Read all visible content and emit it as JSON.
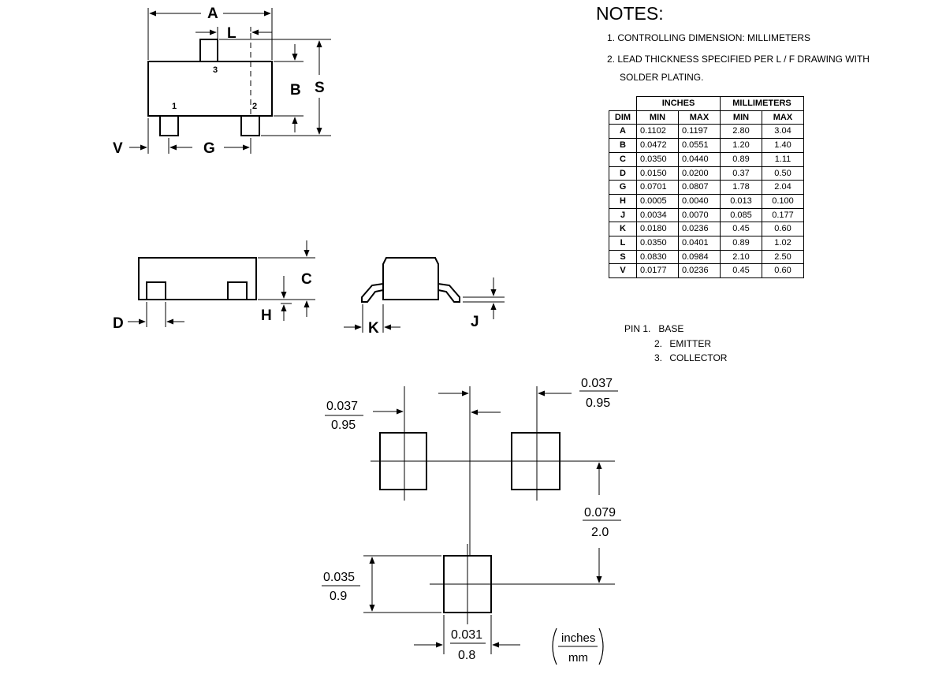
{
  "notes": {
    "title": "NOTES:",
    "items": [
      "1. CONTROLLING DIMENSION: MILLIMETERS",
      "2. LEAD THICKNESS SPECIFIED PER  L / F DRAWING WITH",
      "SOLDER PLATING."
    ]
  },
  "table": {
    "group_headers": [
      "INCHES",
      "MILLIMETERS"
    ],
    "col_headers": [
      "DIM",
      "MIN",
      "MAX",
      "MIN",
      "MAX"
    ],
    "rows": [
      [
        "A",
        "0.1102",
        "0.1197",
        "2.80",
        "3.04"
      ],
      [
        "B",
        "0.0472",
        "0.0551",
        "1.20",
        "1.40"
      ],
      [
        "C",
        "0.0350",
        "0.0440",
        "0.89",
        "1.11"
      ],
      [
        "D",
        "0.0150",
        "0.0200",
        "0.37",
        "0.50"
      ],
      [
        "G",
        "0.0701",
        "0.0807",
        "1.78",
        "2.04"
      ],
      [
        "H",
        "0.0005",
        "0.0040",
        "0.013",
        "0.100"
      ],
      [
        "J",
        "0.0034",
        "0.0070",
        "0.085",
        "0.177"
      ],
      [
        "K",
        "0.0180",
        "0.0236",
        "0.45",
        "0.60"
      ],
      [
        "L",
        "0.0350",
        "0.0401",
        "0.89",
        "1.02"
      ],
      [
        "S",
        "0.0830",
        "0.0984",
        "2.10",
        "2.50"
      ],
      [
        "V",
        "0.0177",
        "0.0236",
        "0.45",
        "0.60"
      ]
    ]
  },
  "pins": {
    "prefix": "PIN",
    "items": [
      {
        "num": "1.",
        "name": "BASE"
      },
      {
        "num": "2.",
        "name": "EMITTER"
      },
      {
        "num": "3.",
        "name": "COLLECTOR"
      }
    ]
  },
  "drawing_labels": {
    "A": "A",
    "L": "L",
    "B": "B",
    "S": "S",
    "V": "V",
    "G": "G",
    "C": "C",
    "D": "D",
    "H": "H",
    "K": "K",
    "J": "J",
    "pin1": "1",
    "pin2": "2",
    "pin3": "3"
  },
  "footprint": {
    "pad_width": {
      "inches": "0.037",
      "mm": "0.95"
    },
    "pad_pitch": {
      "inches": "0.037",
      "mm": "0.95"
    },
    "row_spacing": {
      "inches": "0.079",
      "mm": "2.0"
    },
    "pad_height": {
      "inches": "0.035",
      "mm": "0.9"
    },
    "pad_w_bottom": {
      "inches": "0.031",
      "mm": "0.8"
    },
    "units_key": {
      "top": "inches",
      "bottom": "mm"
    }
  }
}
